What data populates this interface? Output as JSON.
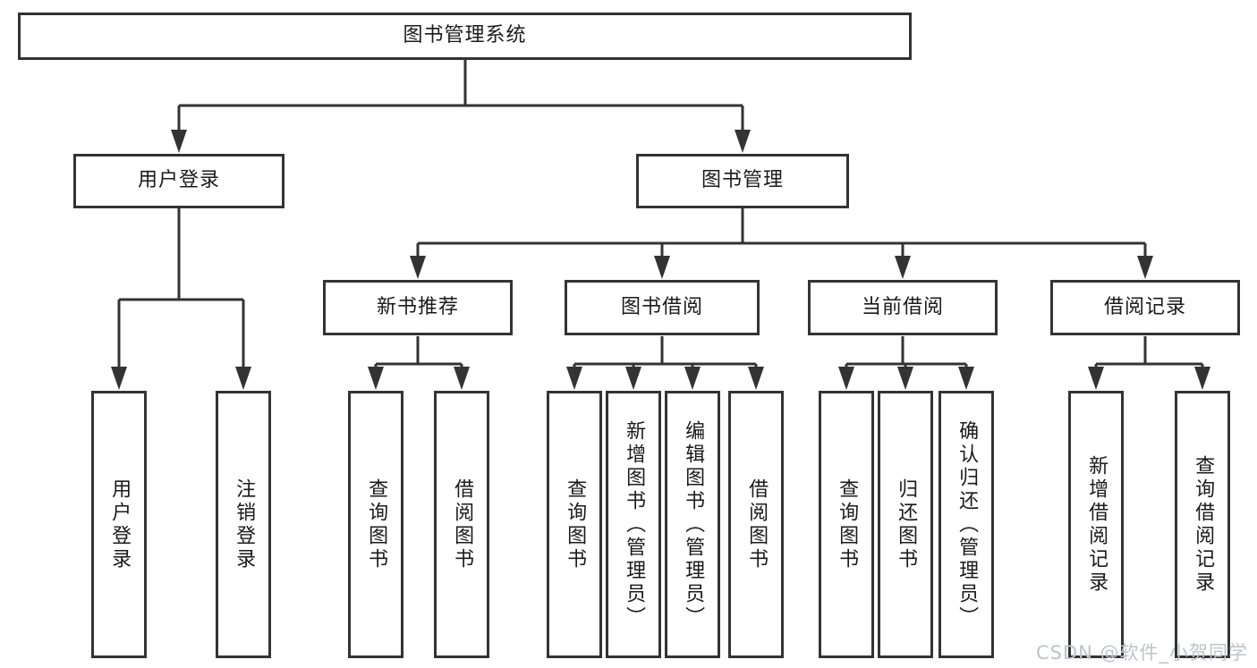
{
  "diagram": {
    "root": {
      "label": "图书管理系统"
    },
    "children": [
      {
        "label": "用户登录",
        "children": [
          {
            "label": "用户登录"
          },
          {
            "label": "注销登录"
          }
        ]
      },
      {
        "label": "图书管理",
        "children": [
          {
            "label": "新书推荐",
            "children": [
              {
                "label": "查询图书"
              },
              {
                "label": "借阅图书"
              }
            ]
          },
          {
            "label": "图书借阅",
            "children": [
              {
                "label": "查询图书"
              },
              {
                "label": "新增图书（管理员）"
              },
              {
                "label": "编辑图书（管理员）"
              },
              {
                "label": "借阅图书"
              }
            ]
          },
          {
            "label": "当前借阅",
            "children": [
              {
                "label": "查询图书"
              },
              {
                "label": "归还图书"
              },
              {
                "label": "确认归还（管理员）"
              }
            ]
          },
          {
            "label": "借阅记录",
            "children": [
              {
                "label": "新增借阅记录"
              },
              {
                "label": "查询借阅记录"
              }
            ]
          }
        ]
      }
    ]
  },
  "watermark": {
    "text": "CSDN @软件_小贺同学"
  },
  "colors": {
    "line": "#333333",
    "text": "#1a1a1a",
    "background": "#ffffff",
    "watermark": "#bfc3c9"
  }
}
